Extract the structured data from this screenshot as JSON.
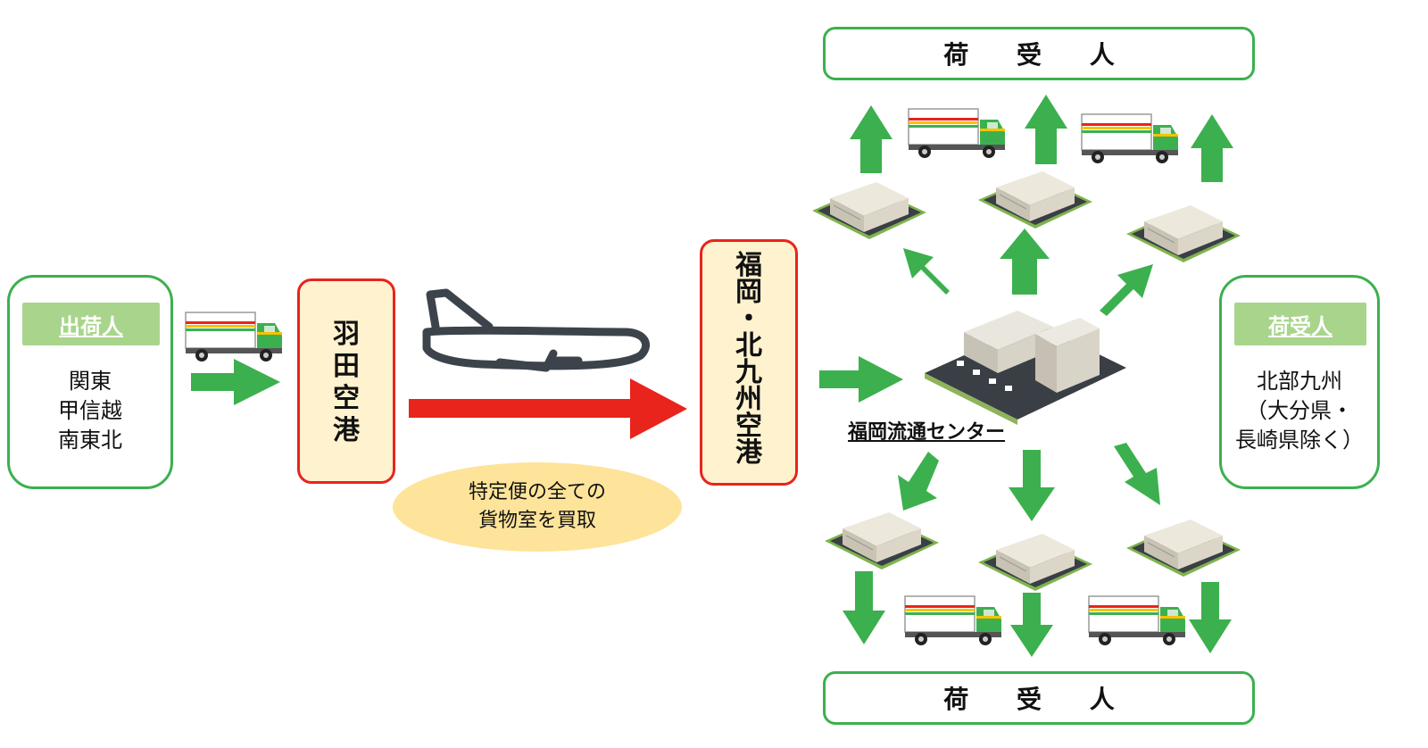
{
  "shipper": {
    "tag": "出荷人",
    "regions": [
      "関東",
      "甲信越",
      "南東北"
    ]
  },
  "origin_airport": {
    "chars": [
      "羽",
      "田",
      "空",
      "港"
    ]
  },
  "dest_airport": {
    "chars": [
      "福",
      "岡",
      "・",
      "北",
      "九",
      "州",
      "空",
      "港"
    ]
  },
  "charter_note": {
    "lines": [
      "特定便の全ての",
      "貨物室を買取"
    ]
  },
  "distribution_center": {
    "label": "福岡流通センター"
  },
  "receiver": {
    "tag": "荷受人",
    "regions": [
      "北部九州",
      "（大分県・",
      "長崎県除く）"
    ]
  },
  "top_receiver_banner": "荷 受 人",
  "bottom_receiver_banner": "荷 受 人",
  "colors": {
    "green": "#3cb04e",
    "red": "#e8241c",
    "cream": "#fff2cf",
    "tag_green": "#a8d58b",
    "oval": "#fde49a",
    "plane": "#3d434b"
  }
}
